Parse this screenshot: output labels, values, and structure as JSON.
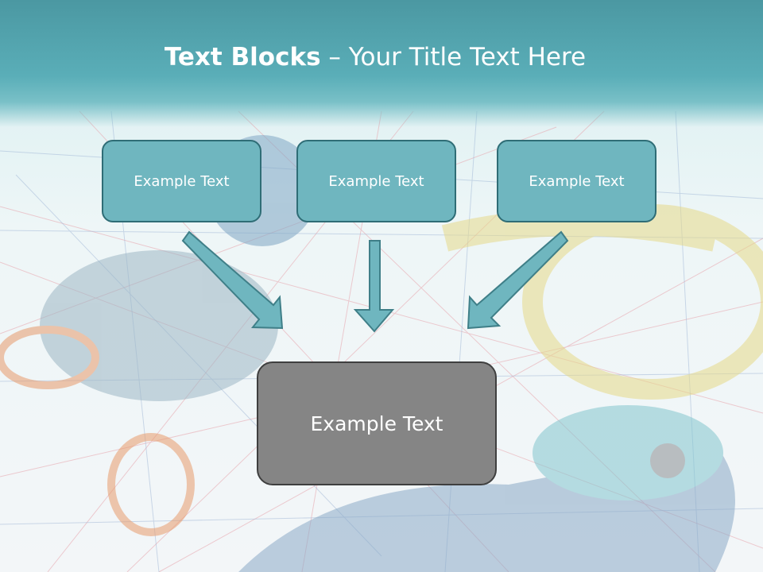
{
  "slide": {
    "title_bold": "Text Blocks",
    "title_rest": " – Your Title Text Here",
    "top_boxes": [
      {
        "label": "Example Text"
      },
      {
        "label": "Example Text"
      },
      {
        "label": "Example Text"
      }
    ],
    "bottom_box": {
      "label": "Example Text"
    }
  },
  "colors": {
    "header": "#5aaeb8",
    "box_fill": "#6fb6bf",
    "box_border": "#2f6d76",
    "bottom_fill": "#858585",
    "arrow_fill": "#6fb6bf"
  }
}
